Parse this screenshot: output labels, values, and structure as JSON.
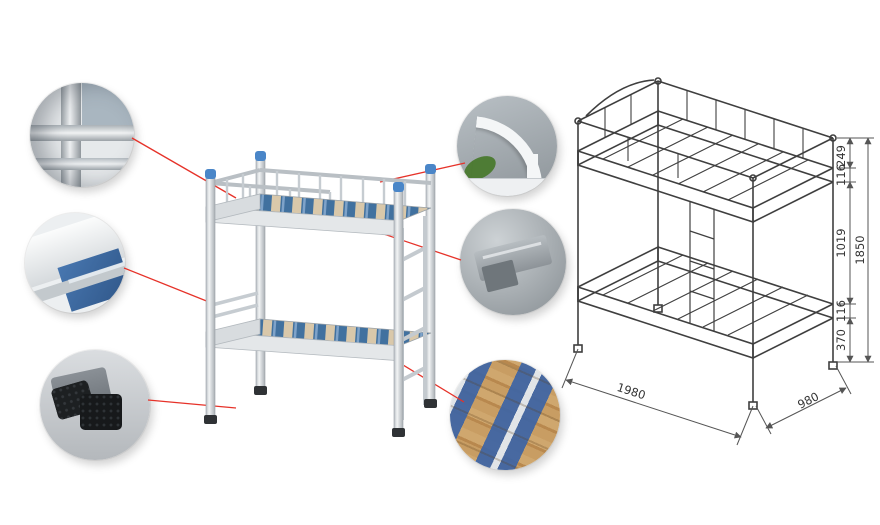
{
  "dimensions": {
    "seg_249": "249",
    "seg_116_top": "116",
    "seg_1019": "1019",
    "overall_1850": "1850",
    "seg_116_bottom": "116",
    "seg_370": "370",
    "length_1980": "1980",
    "width_980": "980"
  },
  "colors": {
    "leader_red": "#e63229",
    "bed_blue": "#4a86c8",
    "drawing_line": "#3f3f3f"
  },
  "callouts": [
    {
      "name": "frame-corner-detail"
    },
    {
      "name": "side-rail-detail"
    },
    {
      "name": "plastic-foot-detail"
    },
    {
      "name": "guardrail-bend-detail"
    },
    {
      "name": "connector-bracket-detail"
    },
    {
      "name": "slat-surface-detail"
    }
  ]
}
